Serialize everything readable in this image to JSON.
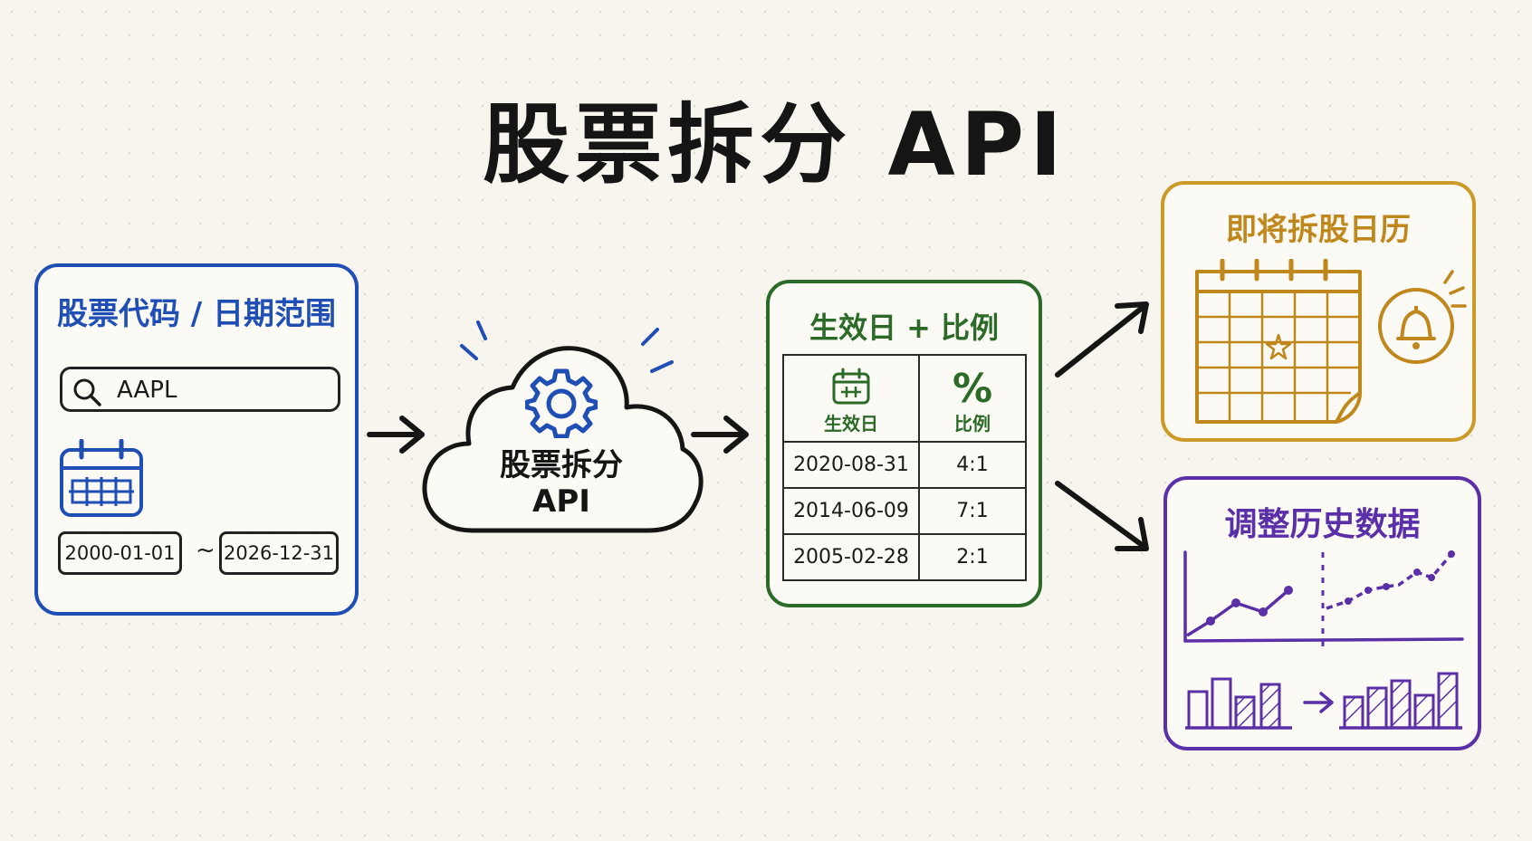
{
  "title": "股票拆分 API",
  "input": {
    "title": "股票代码 / 日期范围",
    "search_value": "AAPL",
    "date_from": "2000-01-01",
    "date_separator": "~",
    "date_to": "2026-12-31"
  },
  "api": {
    "label_line1": "股票拆分",
    "label_line2": "API"
  },
  "result": {
    "title": "生效日 + 比例",
    "col_date": "生效日",
    "col_ratio": "比例",
    "col_ratio_symbol": "%",
    "rows": [
      {
        "date": "2020-08-31",
        "ratio": "4:1"
      },
      {
        "date": "2014-06-09",
        "ratio": "7:1"
      },
      {
        "date": "2005-02-28",
        "ratio": "2:1"
      }
    ]
  },
  "calendar": {
    "title": "即将拆股日历"
  },
  "adjust": {
    "title": "调整历史数据"
  },
  "colors": {
    "blue": "#1f4fb5",
    "green": "#2b6a27",
    "gold": "#c0881c",
    "purple": "#5b2fa8",
    "ink": "#1a1a1a"
  },
  "icons": [
    "search-icon",
    "calendar-icon",
    "gear-icon",
    "cloud-icon",
    "percent-icon",
    "bell-icon",
    "star-icon",
    "line-chart-icon",
    "bar-chart-icon",
    "arrow-icon"
  ]
}
